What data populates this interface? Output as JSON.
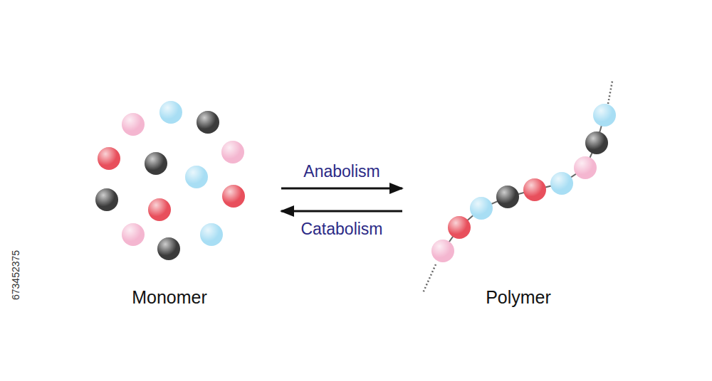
{
  "diagram": {
    "nodes": [
      {
        "text": [
          "Monomer"
        ]
      },
      {
        "text": [
          "Polymer"
        ]
      }
    ],
    "edges": [
      {
        "from": 0,
        "to": 1,
        "arrow": "to",
        "label": "Anabolism"
      },
      {
        "from": 1,
        "to": 0,
        "arrow": "to",
        "label": "Catabolism"
      }
    ],
    "labels": [
      "673452375"
    ]
  }
}
